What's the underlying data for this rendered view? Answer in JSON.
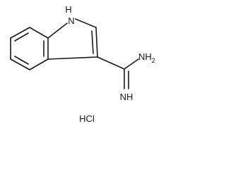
{
  "molecule": {
    "labels": {
      "indole_nh": "H",
      "indole_n": "N",
      "amine": "NH2",
      "amine_base": "NH",
      "amine_subscript": "2",
      "imine": "NH",
      "salt": "HCl"
    }
  }
}
